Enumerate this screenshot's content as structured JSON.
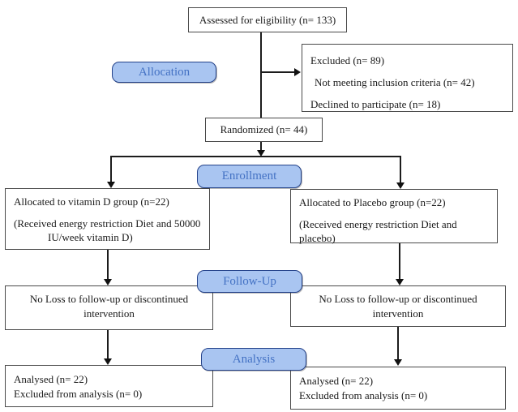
{
  "stage_labels": {
    "allocation": "Allocation",
    "enrollment": "Enrollment",
    "followup": "Follow-Up",
    "analysis": "Analysis"
  },
  "boxes": {
    "assessed": {
      "text": "Assessed for eligibility (n= 133)"
    },
    "excluded": {
      "line1": "Excluded (n= 89)",
      "line2": "Not meeting inclusion criteria (n= 42)",
      "line3": "Declined to participate (n= 18)"
    },
    "randomized": {
      "text": "Randomized (n= 44)"
    },
    "allocated_vitamin_d": {
      "line1": "Allocated to vitamin D group (n=22)",
      "line2": "(Received energy restriction Diet and 50000",
      "line3": "IU/week vitamin D)"
    },
    "allocated_placebo": {
      "line1": "Allocated to Placebo group (n=22)",
      "line2": "(Received energy restriction Diet and placebo)"
    },
    "followup_vitamin_d": {
      "line1": "No Loss to follow-up or discontinued",
      "line2": "intervention"
    },
    "followup_placebo": {
      "line1": "No Loss to follow-up or discontinued",
      "line2": "intervention"
    },
    "analysis_vitamin_d": {
      "line1": "Analysed (n= 22)",
      "line2": "Excluded from analysis (n= 0)"
    },
    "analysis_placebo": {
      "line1": "Analysed (n= 22)",
      "line2": "Excluded from analysis (n= 0)"
    }
  },
  "colors": {
    "stage_fill": "#a9c5f1",
    "stage_border": "#24428a",
    "stage_text": "#4472c4",
    "box_border": "#4a4a4a",
    "connector": "#1c1c1c",
    "background": "#ffffff"
  }
}
